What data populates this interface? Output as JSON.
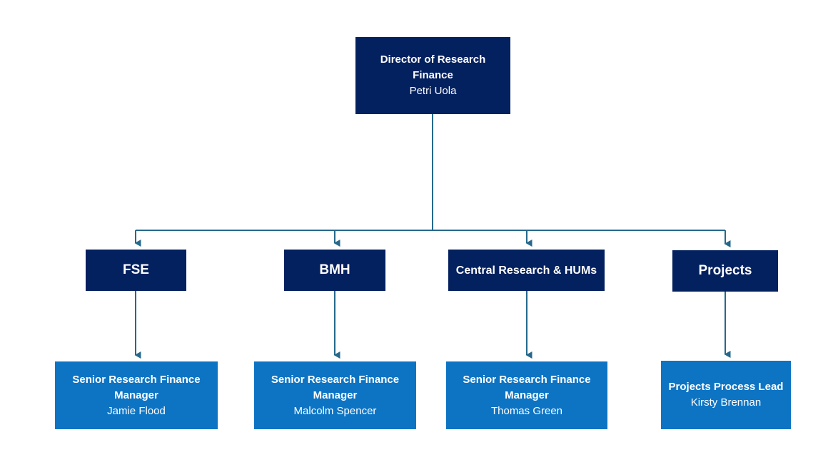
{
  "diagram": {
    "type": "org-chart",
    "root": {
      "title": "Director of Research Finance",
      "name": "Petri Uola"
    },
    "divisions": [
      {
        "label": "FSE"
      },
      {
        "label": "BMH"
      },
      {
        "label": "Central Research & HUMs"
      },
      {
        "label": "Projects"
      }
    ],
    "managers": [
      {
        "title": "Senior Research Finance Manager",
        "name": "Jamie Flood"
      },
      {
        "title": "Senior Research Finance Manager",
        "name": "Malcolm Spencer"
      },
      {
        "title": "Senior Research Finance Manager",
        "name": "Thomas Green"
      },
      {
        "title": "Projects Process Lead",
        "name": "Kirsty Brennan"
      }
    ],
    "edges": [
      {
        "from": "root",
        "to": "FSE"
      },
      {
        "from": "root",
        "to": "BMH"
      },
      {
        "from": "root",
        "to": "Central Research & HUMs"
      },
      {
        "from": "root",
        "to": "Projects"
      },
      {
        "from": "FSE",
        "to": "Jamie Flood"
      },
      {
        "from": "BMH",
        "to": "Malcolm Spencer"
      },
      {
        "from": "Central Research & HUMs",
        "to": "Thomas Green"
      },
      {
        "from": "Projects",
        "to": "Kirsty Brennan"
      }
    ],
    "colors": {
      "node_dark": "#03205f",
      "node_blue": "#0d74c4",
      "connector": "#26698c",
      "text": "#ffffff",
      "background": "#ffffff"
    }
  }
}
